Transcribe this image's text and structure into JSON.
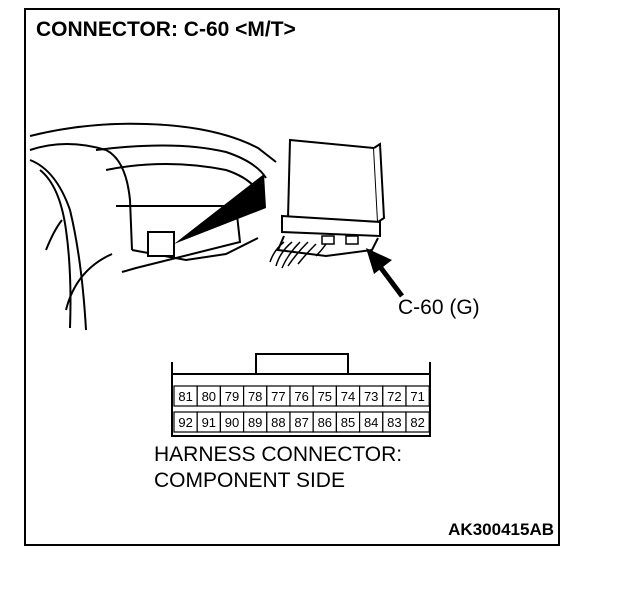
{
  "title": "CONNECTOR: C-60 <M/T>",
  "callout_label": "C-60 (G)",
  "caption": {
    "line1": "HARNESS CONNECTOR:",
    "line2": "COMPONENT SIDE"
  },
  "figure_code": "AK300415AB",
  "connector": {
    "top_row": [
      "81",
      "80",
      "79",
      "78",
      "77",
      "76",
      "75",
      "74",
      "73",
      "72",
      "71"
    ],
    "bottom_row": [
      "92",
      "91",
      "90",
      "89",
      "88",
      "87",
      "86",
      "85",
      "84",
      "83",
      "82"
    ]
  },
  "icons": [
    "dashboard-illustration",
    "control-unit-illustration",
    "pointer-arrow-icon"
  ]
}
